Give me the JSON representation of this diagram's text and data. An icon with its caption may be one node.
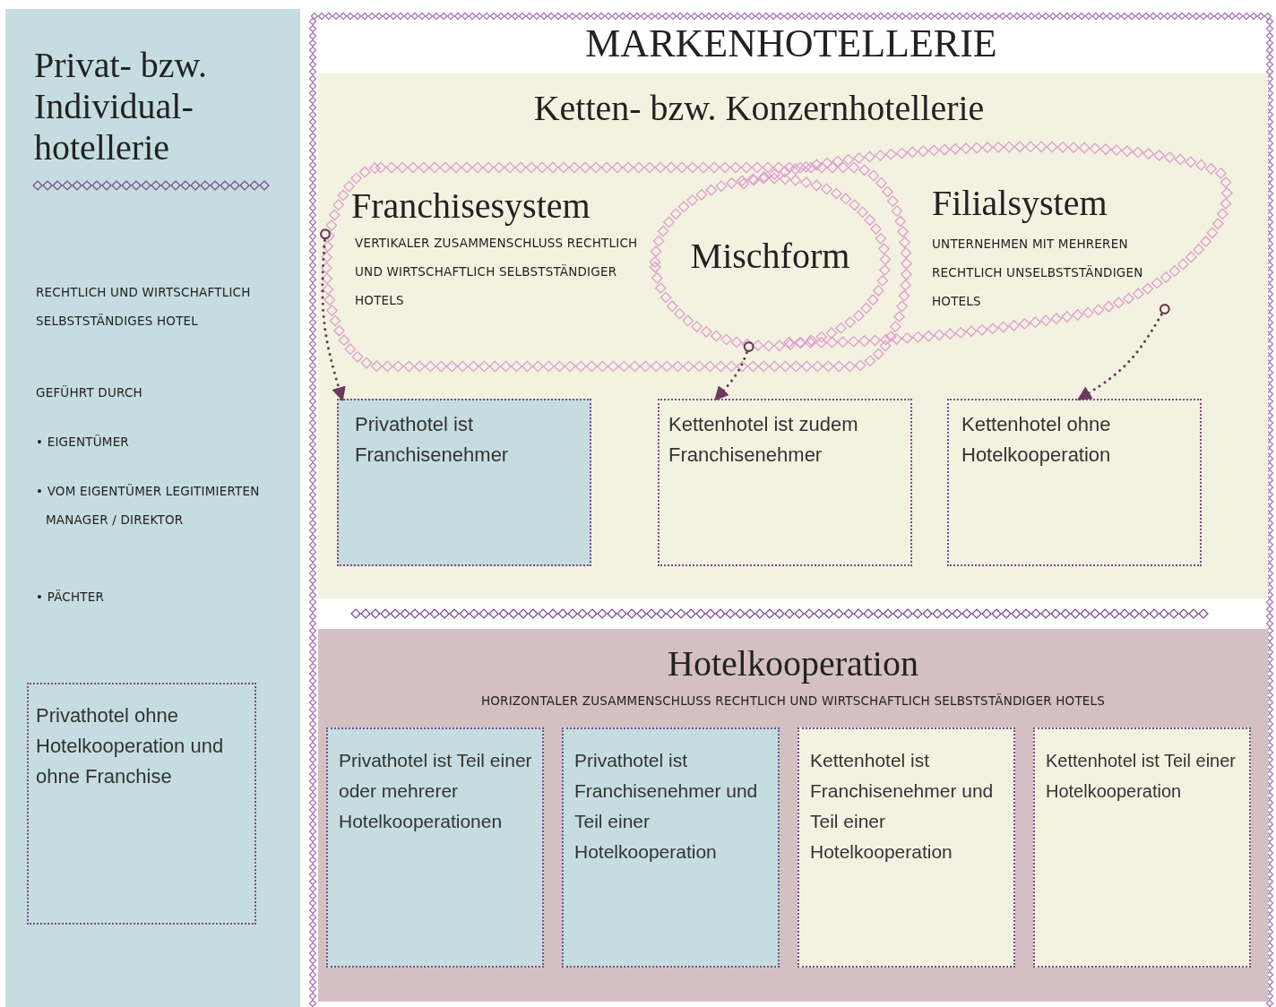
{
  "diagram": {
    "nodes": [
      {
        "text": [
          "Privat- bzw. Individual-hotellerie",
          "RECHTLICH UND WIRTSCHAFTLICH SELBSTSTÄNDIGES HOTEL",
          "GEFÜHRT DURCH",
          "• EIGENTÜMER",
          "• VOM EIGENTÜMER LEGITIMIERTEN MANAGER / DIREKTOR",
          "• PÄCHTER"
        ]
      },
      {
        "text": [
          "Privathotel ohne Hotelkooperation und ohne Franchise"
        ],
        "in": 0
      },
      {
        "text": [
          "MARKENHOTELLERIE"
        ]
      },
      {
        "text": [
          "Ketten- bzw. Konzernhotellerie"
        ],
        "in": 2
      },
      {
        "text": [
          "Franchisesystem",
          "VERTIKALER ZUSAMMENSCHLUSS RECHTLICH UND WIRTSCHAFTLICH SELBSTSTÄNDIGER HOTELS"
        ],
        "in": 3
      },
      {
        "text": [
          "Mischform"
        ],
        "in": 4
      },
      {
        "text": [
          "Filialsystem",
          "UNTERNEHMEN MIT MEHREREN RECHTLICH UNSELBSTSTÄNDIGEN HOTELS"
        ],
        "in": 3
      },
      {
        "text": [
          "Privathotel ist Franchisenehmer"
        ],
        "in": 3
      },
      {
        "text": [
          "Kettenhotel ist zudem Franchisenehmer"
        ],
        "in": 3
      },
      {
        "text": [
          "Kettenhotel ohne Hotelkooperation"
        ],
        "in": 3
      },
      {
        "text": [
          "Hotelkooperation",
          "HORIZONTALER ZUSAMMENSCHLUSS RECHTLICH UND WIRTSCHAFTLICH SELBSTSTÄNDIGER HOTELS"
        ],
        "in": 2
      },
      {
        "text": [
          "Privathotel ist Teil einer oder mehrerer Hotelkooperationen"
        ],
        "in": 10
      },
      {
        "text": [
          "Privathotel ist Franchisenehmer und Teil einer Hotelkooperation"
        ],
        "in": 10
      },
      {
        "text": [
          "Kettenhotel ist Franchisenehmer und Teil einer Hotelkooperation"
        ],
        "in": 10
      },
      {
        "text": [
          "Kettenhotel ist Teil einer Hotelkooperation"
        ],
        "in": 10
      }
    ],
    "edges": [
      {
        "from": 4,
        "to": 7,
        "arrow": "to",
        "style": "dashed"
      },
      {
        "from": 5,
        "to": 8,
        "arrow": "to",
        "style": "dashed"
      },
      {
        "from": 6,
        "to": 9,
        "arrow": "to",
        "style": "dashed"
      }
    ]
  }
}
